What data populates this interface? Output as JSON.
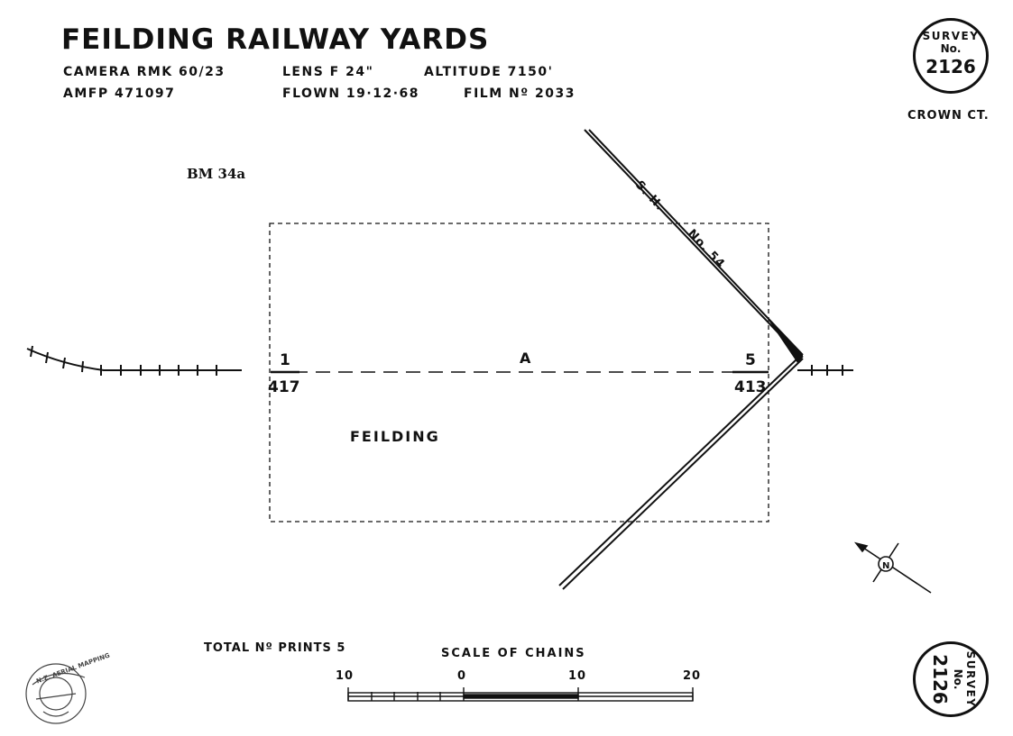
{
  "header": {
    "title": "FEILDING RAILWAY YARDS",
    "camera": "CAMERA  RMK 60/23",
    "lens": "LENS  F 24\"",
    "altitude": "ALTITUDE  7150'",
    "amfp": "AMFP  471097",
    "flown": "FLOWN  19·12·68",
    "film": "FILM  Nº 2033"
  },
  "survey_stamp": {
    "line1": "SURVEY",
    "line2": "No.",
    "number": "2126",
    "caption": "CROWN CT."
  },
  "map": {
    "benchmark": "BM 34a",
    "road_label_sh": "S. H.",
    "road_label_no": "No. 54",
    "run_label": "A",
    "start_top": "1",
    "start_bottom": "417",
    "end_top": "5",
    "end_bottom": "413",
    "town": "FEILDING"
  },
  "footer": {
    "total_prints": "TOTAL  Nº  PRINTS  5",
    "scale_title": "SCALE  OF  CHAINS",
    "scale_ticks": [
      "10",
      "0",
      "10",
      "20"
    ]
  },
  "logo": {
    "text": "N.Z. AERIAL MAPPING"
  },
  "colors": {
    "ink": "#111111",
    "paper": "#ffffff"
  }
}
